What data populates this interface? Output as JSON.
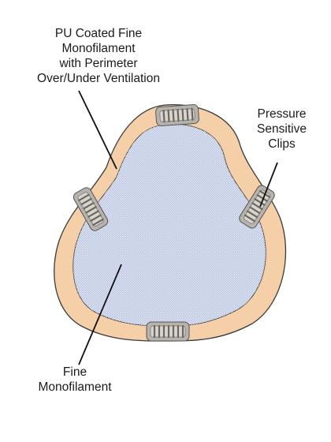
{
  "labels": {
    "pu_coated": {
      "lines": [
        "PU Coated Fine",
        "Monofilament",
        "with Perimeter",
        "Over/Under Ventilation"
      ]
    },
    "pressure_clips": {
      "lines": [
        "Pressure",
        "Sensitive",
        "Clips"
      ]
    },
    "fine_mono": {
      "lines": [
        "Fine",
        "Monofilament"
      ]
    }
  },
  "colors": {
    "perimeter_fill": "#f5cfa8",
    "mono_fill": "#b4bfdc",
    "mesh_line": "#e2e7f4",
    "outline": "#3a3a3a",
    "clip_fill": "#b7b3ac",
    "leader_line": "#111111"
  }
}
